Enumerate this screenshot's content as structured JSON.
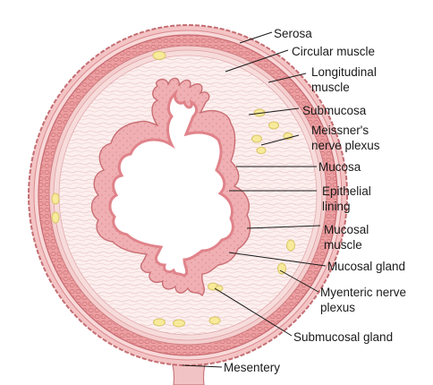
{
  "diagram": {
    "colors": {
      "serosa": "#e8a0a2",
      "muscle": "#e99c9e",
      "muscle_texture": "#d0787c",
      "submucosa": "#fbeaea",
      "submucosa_fiber": "#e3b8ba",
      "mucosa": "#f2b4b6",
      "mucosa_edge": "#c96e74",
      "epithelium": "#e58a90",
      "ganglion": "#f7ea9a",
      "ganglion_ring": "#d9c463"
    },
    "labels": {
      "serosa": "Serosa",
      "circular_muscle": "Circular muscle",
      "longitudinal_muscle_1": "Longitudinal",
      "longitudinal_muscle_2": "muscle",
      "submucosa": "Submucosa",
      "meissners_1": "Meissner's",
      "meissners_2": "nerve plexus",
      "mucosa": "Mucosa",
      "epithelial_1": "Epithelial",
      "epithelial_2": "lining",
      "mucosal_muscle_1": "Mucosal",
      "mucosal_muscle_2": "muscle",
      "mucosal_gland": "Mucosal gland",
      "myenteric_1": "Myenteric nerve",
      "myenteric_2": "plexus",
      "submucosal_gland": "Submucosal gland",
      "mesentery": "Mesentery"
    }
  }
}
